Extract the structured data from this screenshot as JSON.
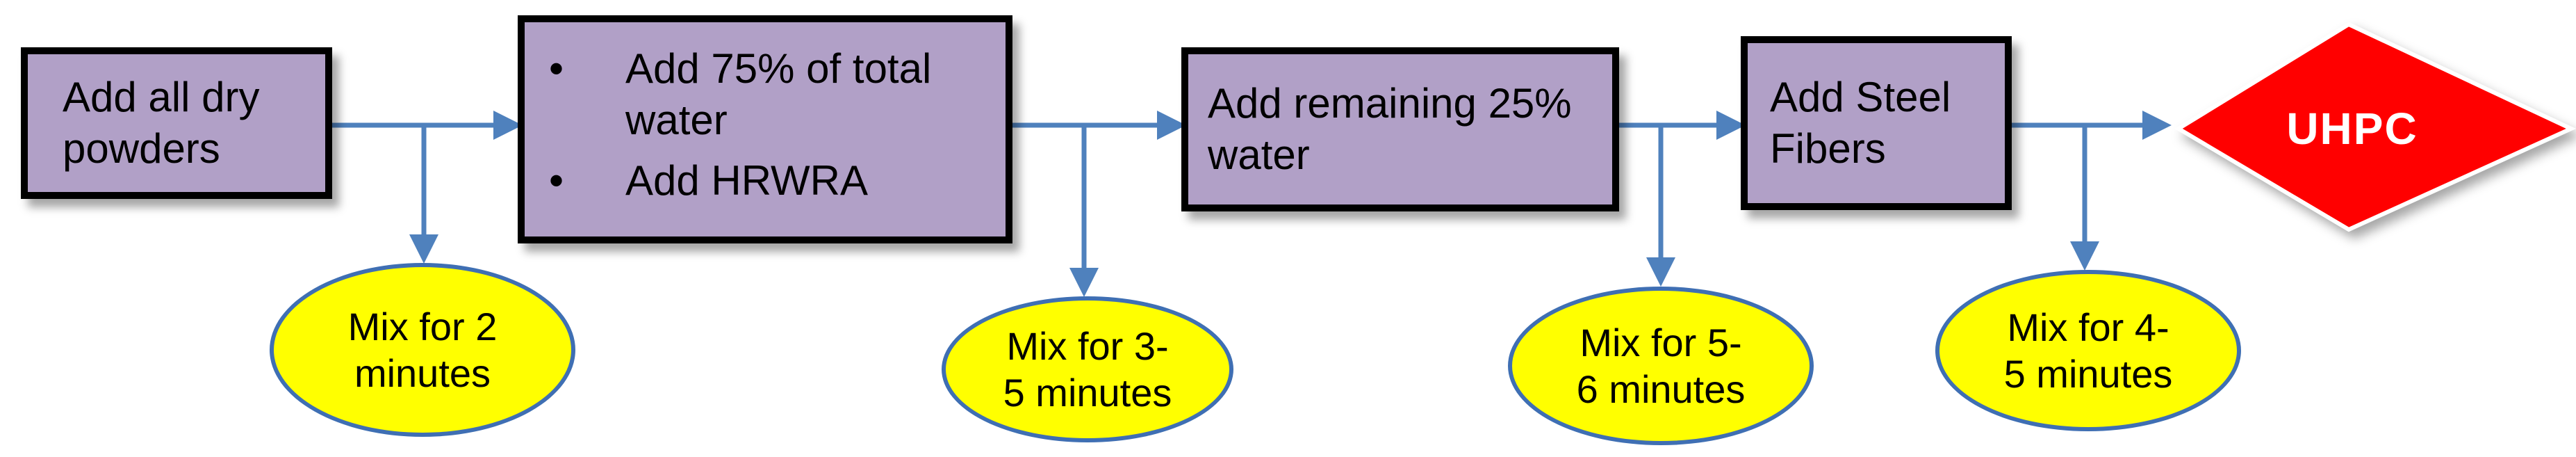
{
  "colors": {
    "box_fill": "#b1a0c7",
    "box_border": "#000000",
    "oval_fill": "#ffff00",
    "oval_border": "#3f6fb3",
    "arrow": "#4f81bd",
    "product_fill": "#ff0000",
    "product_text": "#ffffff"
  },
  "steps": [
    {
      "lines": [
        "Add all dry",
        "powders"
      ],
      "mix": [
        "Mix for 2",
        "minutes"
      ]
    },
    {
      "bullets": [
        "Add 75% of total water",
        "Add HRWRA"
      ],
      "bullet_symbol": "•",
      "mix": [
        "Mix for 3-",
        "5 minutes"
      ]
    },
    {
      "lines": [
        "Add remaining 25%",
        "water"
      ],
      "mix": [
        "Mix for 5-",
        "6 minutes"
      ]
    },
    {
      "lines": [
        "Add Steel",
        "Fibers"
      ],
      "mix": [
        "Mix for 4-",
        "5 minutes"
      ]
    }
  ],
  "product": {
    "label": "UHPC",
    "shape": "diamond"
  }
}
